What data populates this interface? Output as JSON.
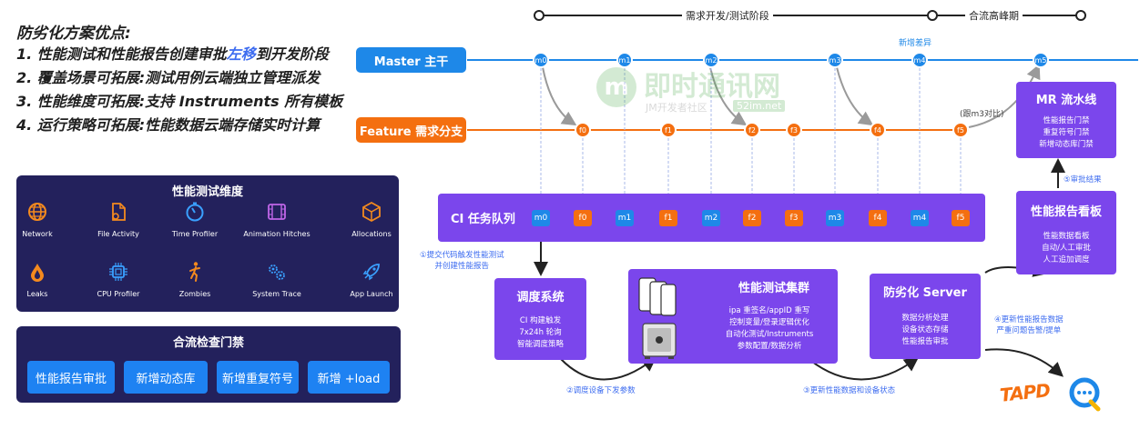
{
  "advantages": {
    "title": "防劣化方案优点:",
    "item1_pre": "1. 性能测试和性能报告创建审批",
    "item1_hl": "左移",
    "item1_post": "到开发阶段",
    "item2": "2. 覆盖场景可拓展:测试用例云端独立管理派发",
    "item3": "3. 性能维度可拓展:支持 Instruments 所有模板",
    "item4": "4. 运行策略可拓展:性能数据云端存储实时计算"
  },
  "dimensions": {
    "title": "性能测试维度",
    "items": [
      {
        "label": "Network",
        "icon": "globe-icon"
      },
      {
        "label": "File Activity",
        "icon": "file-gear-icon"
      },
      {
        "label": "Time Profiler",
        "icon": "timer-icon"
      },
      {
        "label": "Animation Hitches",
        "icon": "film-icon"
      },
      {
        "label": "Allocations",
        "icon": "cube-icon"
      },
      {
        "label": "Leaks",
        "icon": "drop-icon"
      },
      {
        "label": "CPU Profiler",
        "icon": "chip-icon"
      },
      {
        "label": "Zombies",
        "icon": "walker-icon"
      },
      {
        "label": "System Trace",
        "icon": "gears-icon"
      },
      {
        "label": "App Launch",
        "icon": "rocket-icon"
      }
    ]
  },
  "gates": {
    "title": "合流检查门禁",
    "items": [
      "性能报告审批",
      "新增动态库",
      "新增重复符号",
      "新增 +load"
    ]
  },
  "timeline": {
    "phase1": "需求开发/测试阶段",
    "phase2": "合流高峰期"
  },
  "lanes": {
    "master": "Master 主干",
    "feature": "Feature 需求分支",
    "master_nodes": [
      "m0",
      "m1",
      "m2",
      "m3",
      "m4",
      "m5"
    ],
    "feature_nodes": [
      "f0",
      "f1",
      "f2",
      "f3",
      "f4",
      "f5"
    ],
    "diff_note": "新增差异",
    "compare_note": "(跟m3对比)"
  },
  "watermark": {
    "main": "即时通讯网",
    "sub": "JM开发者社区",
    "url": "52im.net"
  },
  "queue": {
    "title": "CI 任务队列",
    "items": [
      "m0",
      "f0",
      "m1",
      "f1",
      "m2",
      "f2",
      "f3",
      "m3",
      "f4",
      "m4",
      "f5"
    ]
  },
  "pipeline": {
    "title": "MR 流水线",
    "desc": [
      "性能报告门禁",
      "重复符号门禁",
      "新增动态库门禁"
    ]
  },
  "dashboard": {
    "title": "性能报告看板",
    "desc": [
      "性能数据看板",
      "自动/人工审批",
      "人工追加调度"
    ]
  },
  "scheduler": {
    "title": "调度系统",
    "desc": [
      "CI 构建触发",
      "7x24h 轮询",
      "智能调度策略"
    ]
  },
  "cluster": {
    "title": "性能测试集群",
    "desc": [
      "ipa 重签名/appID 重写",
      "控制变量/登录逻辑优化",
      "自动化测试/Instruments",
      "参数配置/数据分析"
    ]
  },
  "server": {
    "title": "防劣化 Server",
    "desc": [
      "数据分析处理",
      "设备状态存储",
      "性能报告审批"
    ]
  },
  "steps": {
    "s1": [
      "①提交代码触发性能测试",
      "并创建性能报告"
    ],
    "s2": "②调度设备下发参数",
    "s3": "③更新性能数据和设备状态",
    "s4": [
      "④更新性能报告数据",
      "严重问题告警/提单"
    ],
    "s5": "⑤审批结果"
  },
  "logos": {
    "tapd": "TAPD"
  },
  "colors": {
    "master_blue": "#1e88e8",
    "feature_orange": "#f46f10",
    "purple": "#7b46ec",
    "navy": "#23215c",
    "highlight": "#3d6cf0"
  }
}
